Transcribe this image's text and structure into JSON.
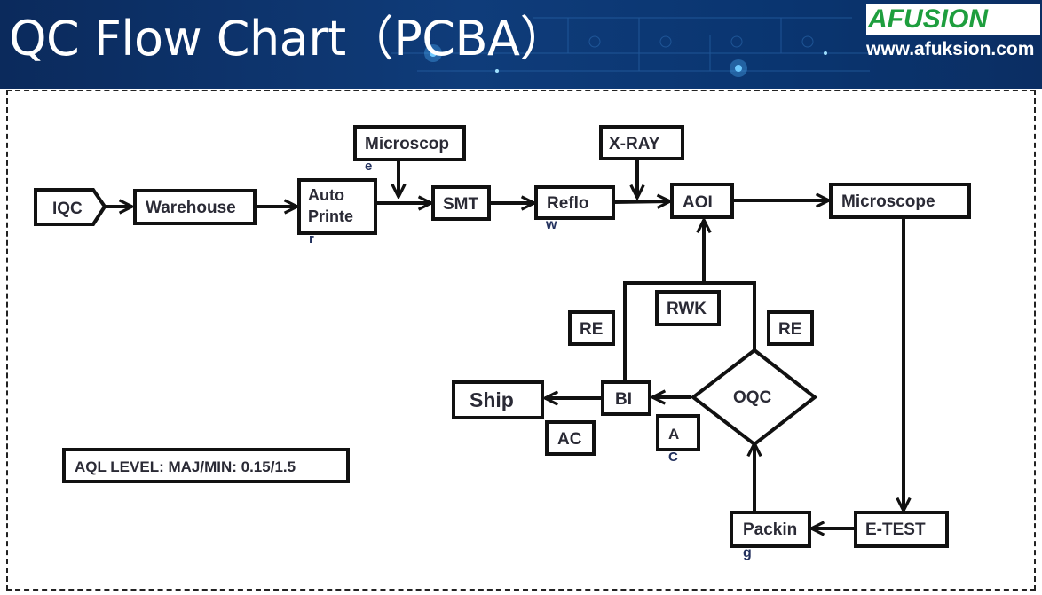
{
  "header": {
    "title": "QC Flow Chart（PCBA）",
    "logo_text": "AFUSION",
    "logo_url": "www.afuksion.com"
  },
  "colors": {
    "header_bg": "#0f3c7a",
    "logo_green": "#1e9e3e",
    "node_border": "#111111",
    "node_text": "#2a2a35",
    "wrapped_text": "#23315e"
  },
  "diagram": {
    "nodes": {
      "iqc": "IQC",
      "warehouse": "Warehouse",
      "auto_printer": [
        "Auto",
        "Printe",
        "r"
      ],
      "microscope_top": [
        "Microscop",
        "e"
      ],
      "smt": "SMT",
      "reflow": [
        "Reflo",
        "w"
      ],
      "xray": "X-RAY",
      "aoi": "AOI",
      "microscope_right": "Microscope",
      "rwk": "RWK",
      "re_left": "RE",
      "re_right": "RE",
      "oqc": "OQC",
      "bi": "BI",
      "ship": "Ship",
      "ac_left": "AC",
      "ac_right": [
        "A",
        "C"
      ],
      "etest": "E-TEST",
      "packing": [
        "Packin",
        "g"
      ],
      "aql": "AQL LEVEL:  MAJ/MIN: 0.15/1.5"
    }
  }
}
